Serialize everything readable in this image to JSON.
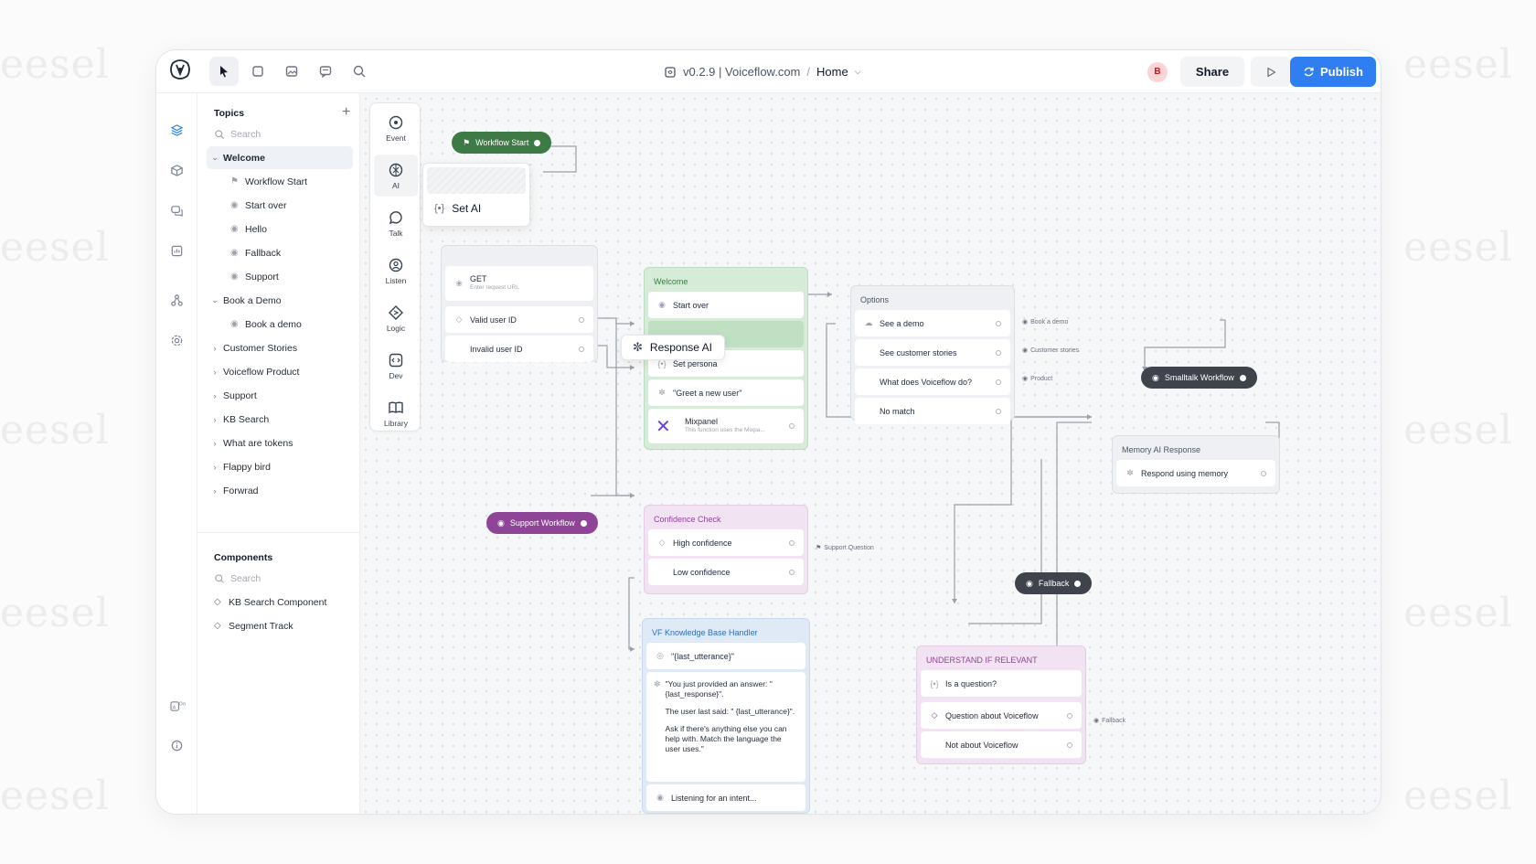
{
  "topbar": {
    "version_site": "v0.2.9 | Voiceflow.com",
    "separator": "/",
    "home": "Home",
    "avatar_initial": "B",
    "share": "Share",
    "publish": "Publish"
  },
  "sidebar": {
    "topics_title": "Topics",
    "search_placeholder": "Search",
    "topics": [
      {
        "label": "Welcome"
      },
      {
        "label": "Workflow Start"
      },
      {
        "label": "Start over"
      },
      {
        "label": "Hello"
      },
      {
        "label": "Fallback"
      },
      {
        "label": "Support"
      },
      {
        "label": "Book a Demo"
      },
      {
        "label": "Book a demo"
      },
      {
        "label": "Customer Stories"
      },
      {
        "label": "Voiceflow Product"
      },
      {
        "label": "Support"
      },
      {
        "label": "KB Search"
      },
      {
        "label": "What are tokens"
      },
      {
        "label": "Flappy bird"
      },
      {
        "label": "Forwrad"
      }
    ],
    "components_title": "Components",
    "components_search_placeholder": "Search",
    "components": [
      {
        "label": "KB Search Component"
      },
      {
        "label": "Segment Track"
      }
    ]
  },
  "palette": [
    {
      "label": "Event"
    },
    {
      "label": "AI"
    },
    {
      "label": "Talk"
    },
    {
      "label": "Listen"
    },
    {
      "label": "Logic"
    },
    {
      "label": "Dev"
    },
    {
      "label": "Library"
    }
  ],
  "canvas": {
    "workflow_start": "Workflow Start",
    "set_ai": "Set AI",
    "response_ai": "Response AI",
    "api_block": {
      "get": "GET",
      "get_sub": "Enter request URL",
      "valid": "Valid user ID",
      "invalid": "Invalid user ID"
    },
    "welcome": {
      "title": "Welcome",
      "start_over": "Start over",
      "set_persona": "Set persona",
      "greet": "\"Greet a new user\"",
      "mixpanel": "Mixpanel",
      "mixpanel_sub": "This function uses the Mixpa..."
    },
    "options": {
      "title": "Options",
      "items": [
        "See a demo",
        "See customer stories",
        "What does Voiceflow do?",
        "No match"
      ],
      "tags": [
        "Book a demo",
        "Customer stories",
        "Product"
      ]
    },
    "smalltalk": "Smalltalk Workflow",
    "memory": {
      "title": "Memory AI Response",
      "respond": "Respond using memory"
    },
    "support_workflow": "Support Workflow",
    "confidence": {
      "title": "Confidence Check",
      "high": "High confidence",
      "low": "Low confidence",
      "tag": "Support Question"
    },
    "fallback_pill": "Fallback",
    "kb": {
      "title": "VF Knowledge Base Handler",
      "utterance": "\"{last_utterance}\"",
      "prompt1": "\"You just provided an answer: \" {last_response}\".",
      "prompt2": "The user last said: \" {last_utterance}\".",
      "prompt3": "Ask if there's anything else you can help with. Match the language the user uses.\"",
      "listening": "Listening for an intent..."
    },
    "understand": {
      "title": "UNDERSTAND IF RELEVANT QUESTION",
      "is_question": "Is a question?",
      "about": "Question about Voiceflow",
      "not_about": "Not about Voiceflow",
      "tag": "Fallback"
    }
  },
  "watermark": "eesel",
  "colors": {
    "publish": "#2f7ff2",
    "workflow_start": "#3d7a45",
    "support_workflow": "#8e4597",
    "dark_pill": "#3f444c",
    "welcome_block": "#d6ecd8",
    "confidence_block": "#f1e3f1",
    "kb_block": "#dfeaf6"
  }
}
